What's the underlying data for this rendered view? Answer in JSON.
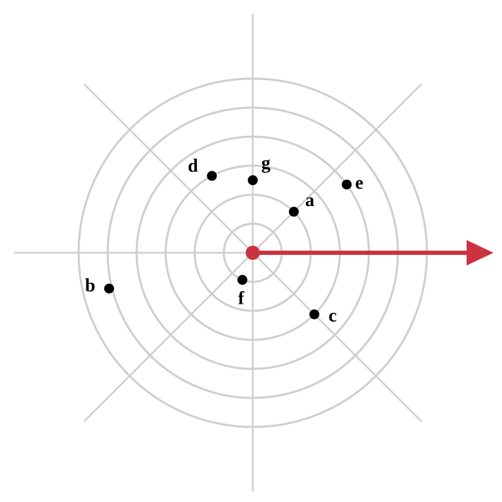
{
  "colors": {
    "grid": "#cfcfcf",
    "point": "#000000",
    "vector": "#cc3340",
    "origin": "#cc3340",
    "background": "#ffffff"
  },
  "ring_count": 6,
  "spoke_count": 8,
  "vector": {
    "direction_deg": 0,
    "shape": "arrow-right"
  },
  "points": [
    {
      "label": "a",
      "ring": 2.0,
      "angle_deg": 45
    },
    {
      "label": "b",
      "ring": 5.1,
      "angle_deg": 194
    },
    {
      "label": "c",
      "ring": 3.0,
      "angle_deg": 315
    },
    {
      "label": "d",
      "ring": 3.0,
      "angle_deg": 118
    },
    {
      "label": "e",
      "ring": 4.0,
      "angle_deg": 36
    },
    {
      "label": "f",
      "ring": 1.0,
      "angle_deg": 249
    },
    {
      "label": "g",
      "ring": 2.5,
      "angle_deg": 90
    }
  ]
}
